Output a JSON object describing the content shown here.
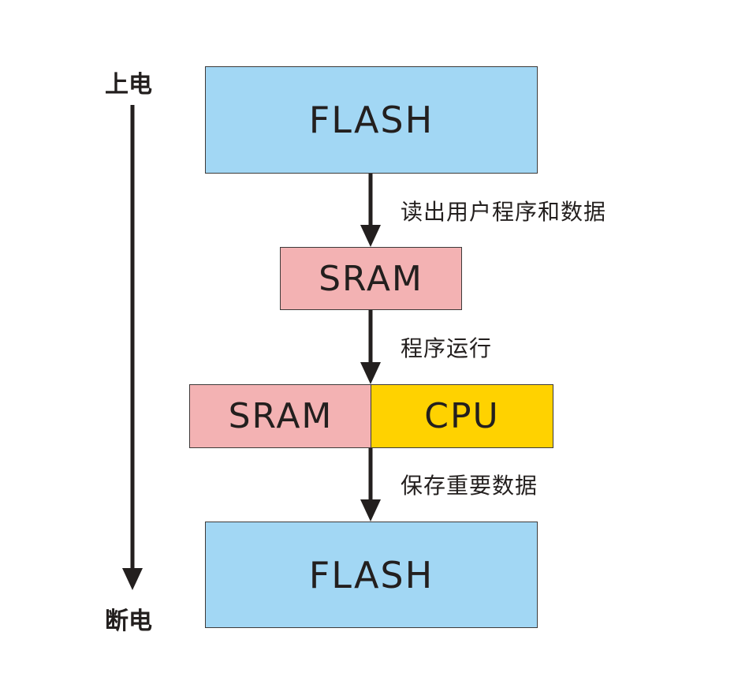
{
  "timeline": {
    "start_label": "上电",
    "end_label": "断电"
  },
  "blocks": {
    "flash_top": "FLASH",
    "sram_mid": "SRAM",
    "sram_bottom": "SRAM",
    "cpu": "CPU",
    "flash_bottom": "FLASH"
  },
  "steps": {
    "read": "读出用户程序和数据",
    "run": "程序运行",
    "save": "保存重要数据"
  },
  "colors": {
    "flash": "#a2d7f4",
    "sram": "#f3b2b3",
    "cpu": "#ffd200",
    "arrow": "#231f1e"
  }
}
